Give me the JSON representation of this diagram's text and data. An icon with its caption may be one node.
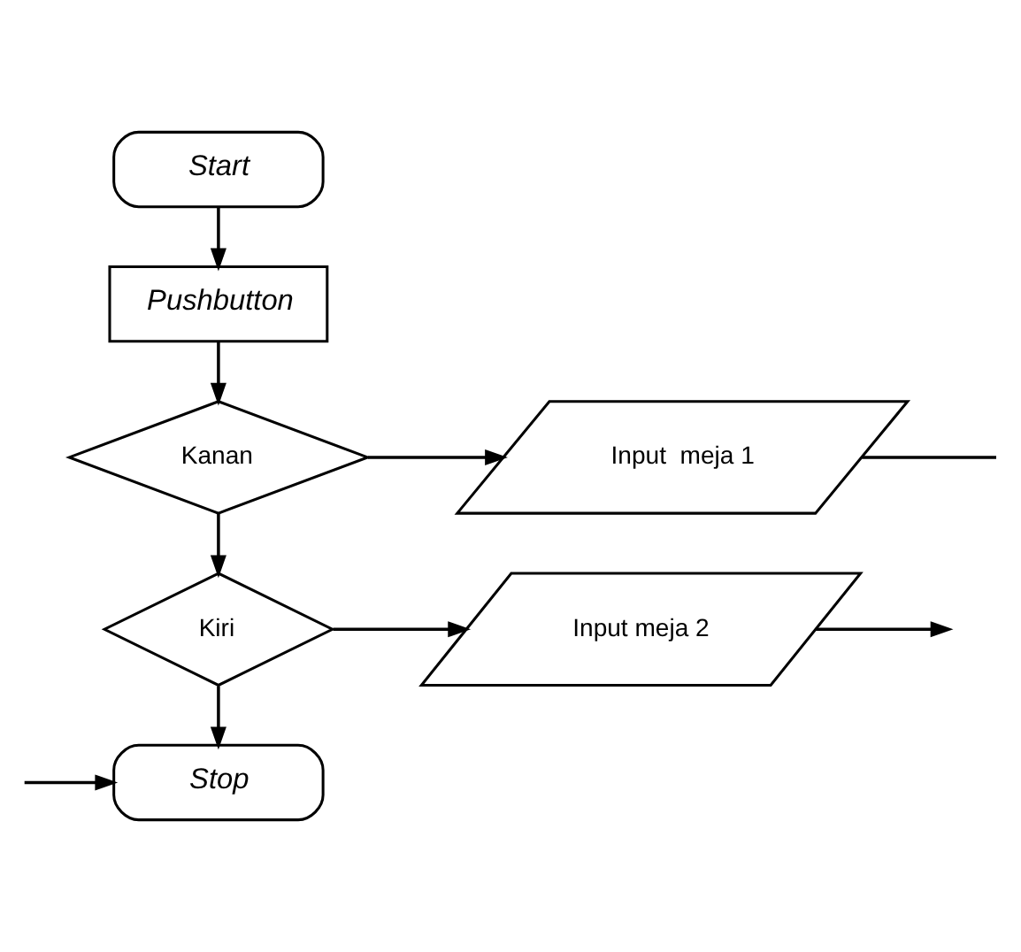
{
  "diagram": {
    "nodes": [
      {
        "text": [
          "Start"
        ]
      },
      {
        "text": [
          "Pushbutton"
        ]
      },
      {
        "text": [
          "Kanan"
        ]
      },
      {
        "text": [
          "Input  meja 1"
        ]
      },
      {
        "text": [
          "Kiri"
        ]
      },
      {
        "text": [
          "Input meja 2"
        ]
      },
      {
        "text": [
          "Stop"
        ]
      }
    ],
    "edges": [
      {
        "from": 0,
        "to": 1,
        "arrow": "to"
      },
      {
        "from": 1,
        "to": 2,
        "arrow": "to"
      },
      {
        "from": 2,
        "to": 3,
        "arrow": "to"
      },
      {
        "from": 3,
        "to": null,
        "arrow": "none"
      },
      {
        "from": 2,
        "to": 4,
        "arrow": "to"
      },
      {
        "from": 4,
        "to": 5,
        "arrow": "to"
      },
      {
        "from": 5,
        "to": null,
        "arrow": "to"
      },
      {
        "from": 4,
        "to": 6,
        "arrow": "to"
      },
      {
        "from": null,
        "to": 6,
        "arrow": "to"
      }
    ]
  }
}
